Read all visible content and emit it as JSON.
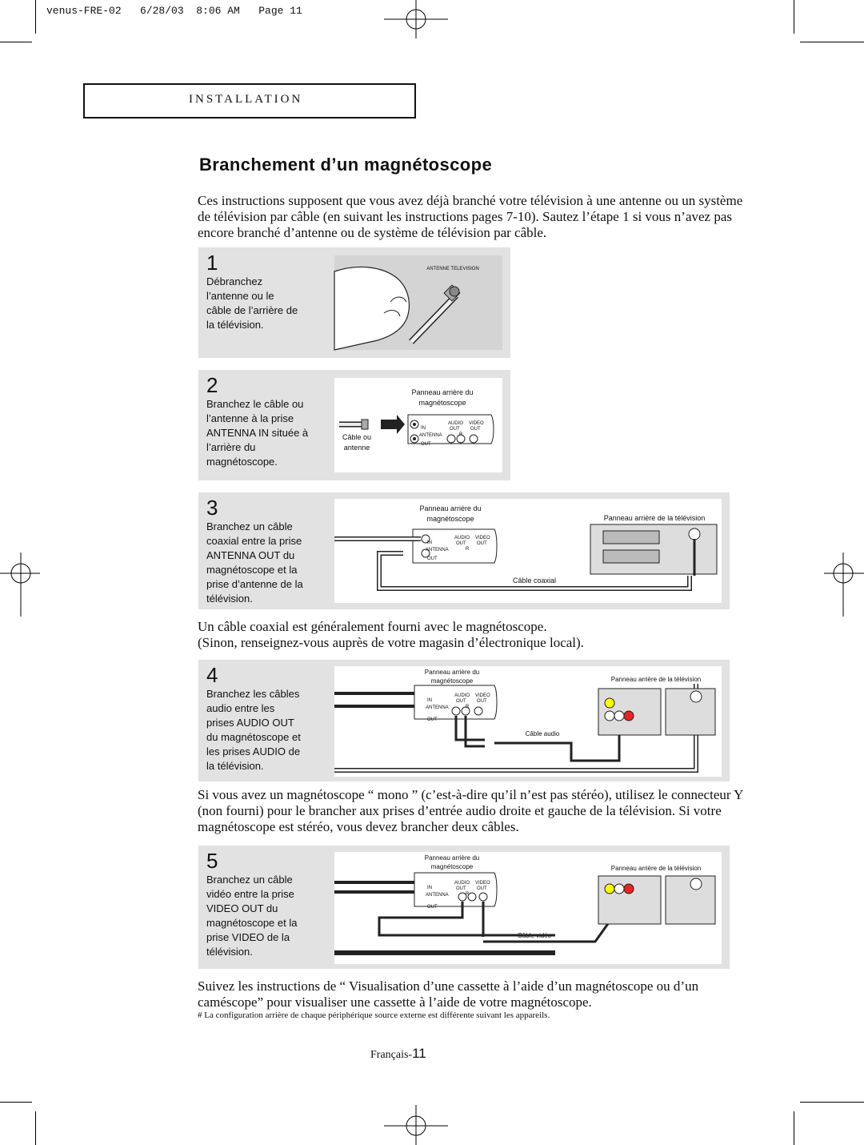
{
  "header": {
    "slug": "venus-FRE-02   6/28/03  8:06 AM   Page 11"
  },
  "section": {
    "label": "INSTALLATION"
  },
  "title": "Branchement d’un magnétoscope",
  "intro": "Ces instructions supposent que vous avez déjà branché votre télévision à une antenne ou un système de télévision par câble (en suivant les instructions pages 7-10). Sautez l’étape 1 si vous n’avez pas encore branché d’antenne ou de système de télévision par câble.",
  "steps": [
    {
      "number": "1",
      "text": "Débranchez\nl’antenne ou le\ncâble de l’arrière de\nla télévision.",
      "labels": {
        "antenna": "ANTENNE TELEVISION"
      }
    },
    {
      "number": "2",
      "text": "Branchez le câble ou\nl’antenne à la prise\nANTENNA IN située à\nl’arrière du\nmagnétoscope.",
      "labels": {
        "vcr_panel": "Panneau arrière du\nmagnétoscope",
        "cable": "Câble ou\nantenne"
      }
    },
    {
      "number": "3",
      "text": "Branchez un câble\ncoaxial entre la prise\nANTENNA OUT  du\nmagnétoscope et la\nprise d’antenne de la\ntélévision.",
      "labels": {
        "vcr_panel": "Panneau arrière du\nmagnétoscope",
        "tv_panel": "Panneau arrière de la télévision",
        "cable": "Câble coaxial"
      }
    },
    {
      "number": "4",
      "text": "Branchez les câbles\naudio entre les\nprises AUDIO OUT\ndu magnétoscope et\nles prises AUDIO de\nla télévision.",
      "labels": {
        "vcr_panel": "Panneau arrière du\nmagnétoscope",
        "tv_panel": "Panneau arrière de la télévision",
        "cable": "Câble audio"
      }
    },
    {
      "number": "5",
      "text": "Branchez un câble\nvidéo entre la prise\nVIDEO OUT du\nmagnétoscope et la\nprise VIDEO de la\ntélévision.",
      "labels": {
        "vcr_panel": "Panneau arrière du\nmagnétoscope",
        "tv_panel": "Panneau arrière de la télévision",
        "cable": "Câble vidéo"
      }
    }
  ],
  "vcr_jacks": {
    "in": "IN",
    "antenna": "ANTENNA",
    "out": "OUT",
    "audio": "AUDIO",
    "video": "VIDEO",
    "audio_out": "OUT",
    "video_out": "OUT",
    "r": "R"
  },
  "note_coaxial": "Un câble coaxial est généralement fourni avec le magnétoscope.",
  "note_coaxial_2": "(Sinon, renseignez-vous auprès de votre magasin d’électronique local).",
  "note_mono": "Si vous avez un magnétoscope “ mono ” (c’est-à-dire qu’il n’est pas stéréo), utilisez le connecteur Y (non fourni) pour le brancher aux prises d’entrée audio droite et gauche de la télévision. Si votre magnétoscope est stéréo, vous devez brancher deux câbles.",
  "note_visualisation": "Suivez les instructions de “ Visualisation d’une cassette à l’aide d’un magnétoscope ou d’un caméscope” pour visualiser une cassette à l’aide de votre magnétoscope.",
  "footnote": "# La configuration arrière de chaque périphérique source externe est différente suivant les appareils.",
  "footer": {
    "language": "Français-",
    "page": "11"
  }
}
